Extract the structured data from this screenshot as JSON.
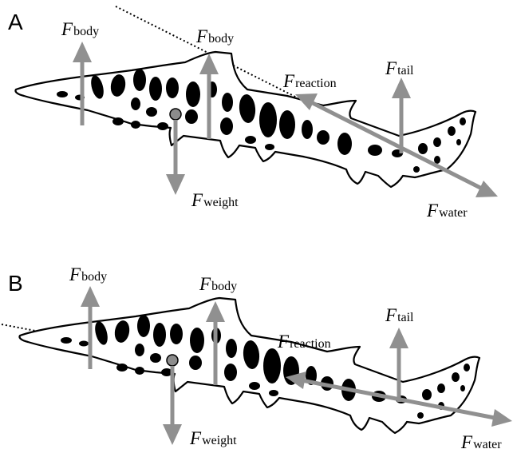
{
  "colors": {
    "arrow": "#909090",
    "outline": "#000000",
    "spots": "#000000",
    "cog": "#8c8c8c"
  },
  "panels": [
    {
      "letter": "A",
      "labels": {
        "f_body_1": {
          "main": "F",
          "sub": "body"
        },
        "f_body_2": {
          "main": "F",
          "sub": "body"
        },
        "f_reaction": {
          "main": "F",
          "sub": "reaction"
        },
        "f_tail": {
          "main": "F",
          "sub": "tail"
        },
        "f_weight": {
          "main": "F",
          "sub": "weight"
        },
        "f_water": {
          "main": "F",
          "sub": "water"
        }
      }
    },
    {
      "letter": "B",
      "labels": {
        "f_body_1": {
          "main": "F",
          "sub": "body"
        },
        "f_body_2": {
          "main": "F",
          "sub": "body"
        },
        "f_reaction": {
          "main": "F",
          "sub": "reaction"
        },
        "f_tail": {
          "main": "F",
          "sub": "tail"
        },
        "f_weight": {
          "main": "F",
          "sub": "weight"
        },
        "f_water": {
          "main": "F",
          "sub": "water"
        }
      }
    }
  ]
}
